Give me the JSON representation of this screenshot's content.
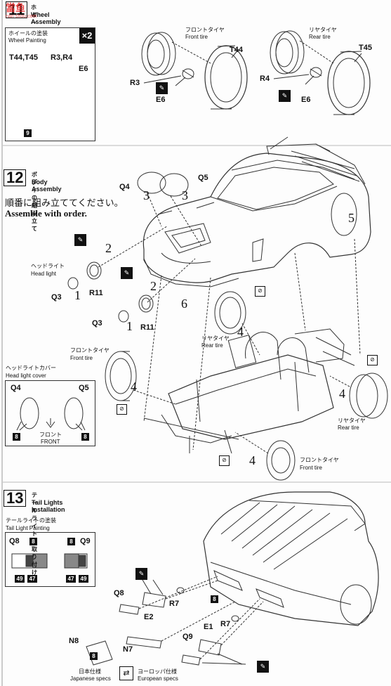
{
  "step11": {
    "number": "11",
    "title_jp": "ホイールの組み立て",
    "title_en": "Wheel Assembly",
    "painting_jp": "ホイールの塗装",
    "painting_en": "Wheel Painting",
    "multiplier": "×2",
    "paint_labels": {
      "a": "T44,T45",
      "b": "R3,R4",
      "c": "E6",
      "d": "9"
    },
    "front_tire_jp": "フロントタイヤ",
    "front_tire_en": "Front tire",
    "rear_tire_jp": "リヤタイヤ",
    "rear_tire_en": "Rear tire",
    "parts": {
      "t44": "T44",
      "t45": "T45",
      "r3": "R3",
      "r4": "R4",
      "e6a": "E6",
      "e6b": "E6"
    }
  },
  "step12": {
    "number": "12",
    "title_jp": "ボディの組み立て",
    "title_en": "Body Assembly",
    "order_jp": "順番に組み立ててください。",
    "order_en": "Assemble with order.",
    "headlight_jp": "ヘッドライト",
    "headlight_en": "Head light",
    "headlight_cover_jp": "ヘッドライトカバー",
    "headlight_cover_en": "Head light cover",
    "front_jp": "フロント",
    "front_en": "FRONT",
    "rear_tire_jp": "リヤタイヤ",
    "rear_tire_en": "Rear tire",
    "front_tire_jp": "フロントタイヤ",
    "front_tire_en": "Front tire",
    "parts": {
      "q4": "Q4",
      "q5": "Q5",
      "q3a": "Q3",
      "q3b": "Q3",
      "r11a": "R11",
      "r11b": "R11",
      "q4c": "Q4",
      "q5c": "Q5",
      "p8a": "8",
      "p8b": "8"
    },
    "steps": {
      "s1a": "1",
      "s1b": "1",
      "s2a": "2",
      "s2b": "2",
      "s3a": "3",
      "s3b": "3",
      "s4a": "4",
      "s4b": "4",
      "s4c": "4",
      "s4d": "4",
      "s5": "5",
      "s6": "6"
    }
  },
  "step13": {
    "number": "13",
    "title_jp": "テールライトの取り付け",
    "title_en": "Tail Lights Installation",
    "painting_jp": "テールライトの塗装",
    "painting_en": "Tail Light Painting",
    "paint_parts": {
      "q8": "Q8",
      "q9": "Q9",
      "c8a": "8",
      "c8b": "8",
      "c49a": "49",
      "c47a": "47",
      "c47b": "47",
      "c49b": "49"
    },
    "parts": {
      "q8": "Q8",
      "e2": "E2",
      "r7a": "R7",
      "p8": "8",
      "e1": "E1",
      "r7b": "R7",
      "n8": "N8",
      "n8c": "8",
      "n7": "N7",
      "q9": "Q9"
    },
    "jp_spec_jp": "日本仕様",
    "jp_spec_en": "Japanese specs",
    "eu_spec_jp": "ヨーロッパ仕様",
    "eu_spec_en": "European specs"
  },
  "watermark": {
    "line1": "當鱼",
    "line2": "nan-shou.com"
  }
}
